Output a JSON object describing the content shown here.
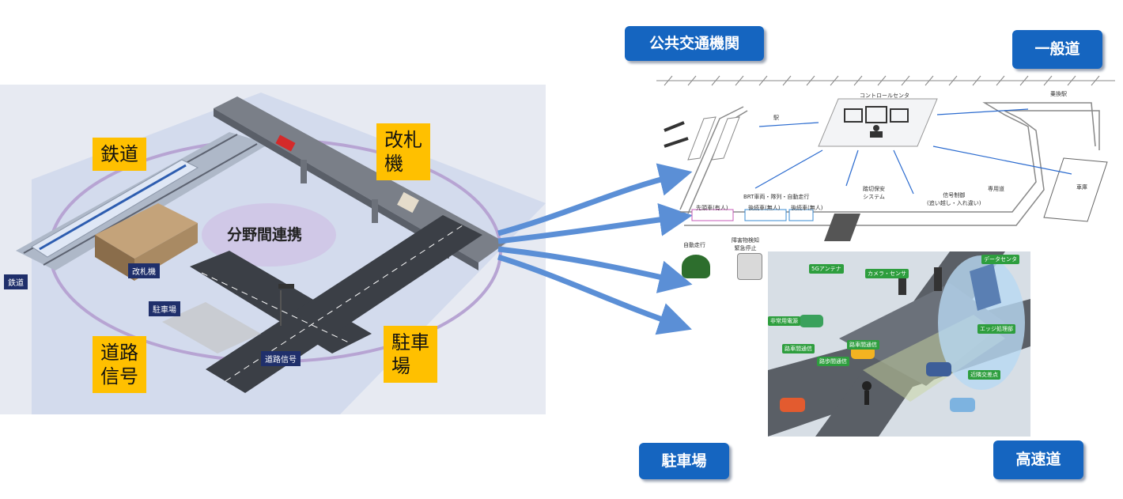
{
  "left_panel": {
    "center": "分野間連携",
    "labels": {
      "railway": "鉄道",
      "ticket_gate_l1": "改札",
      "ticket_gate_l2": "機",
      "road_signal_l1": "道路",
      "road_signal_l2": "信号",
      "parking_l1": "駐車",
      "parking_l2": "場"
    },
    "small_labels": {
      "railway": "鉄道",
      "ticket_gate": "改札機",
      "parking": "駐車場",
      "road_signal": "道路信号"
    }
  },
  "buttons": {
    "public_transport": "公共交通機関",
    "general_road": "一般道",
    "parking": "駐車場",
    "highway": "高速道"
  },
  "diagram": {
    "control_center": "コントロールセンタ",
    "station": "駅",
    "transfer_station": "乗換駅",
    "brt": "BRT車両・隊列・自動走行",
    "lead_vehicle": "先頭車(有人)",
    "follow_vehicle1": "後続車(無人)",
    "follow_vehicle2": "後続車(無人)",
    "crossing_l1": "踏切保安",
    "crossing_l2": "システム",
    "signal_control_l1": "信号制御",
    "signal_control_l2": "(追い越し・入れ違い)",
    "dedicated_road": "専用道",
    "car_dept": "車庫",
    "auto_drive": "自動走行",
    "obstacle_l1": "障害物検知",
    "obstacle_l2": "緊急停止"
  },
  "intersection": {
    "data_center": "データセンタ",
    "antenna_5g": "5Gアンテナ",
    "camera_sensor": "カメラ・センサ",
    "emergency_power": "非常用電源",
    "edge_processing": "エッジ処理部",
    "road_to_vehicle": "路車間通信",
    "road_to_ped": "路歩間通信",
    "v2v": "路車間通信",
    "nearby_intersection": "近隣交差点"
  },
  "colors": {
    "accent_blue": "#1565c0",
    "label_yellow": "#ffc000",
    "navy": "#1f2f6b",
    "arrow_blue": "#5b8fd6"
  }
}
